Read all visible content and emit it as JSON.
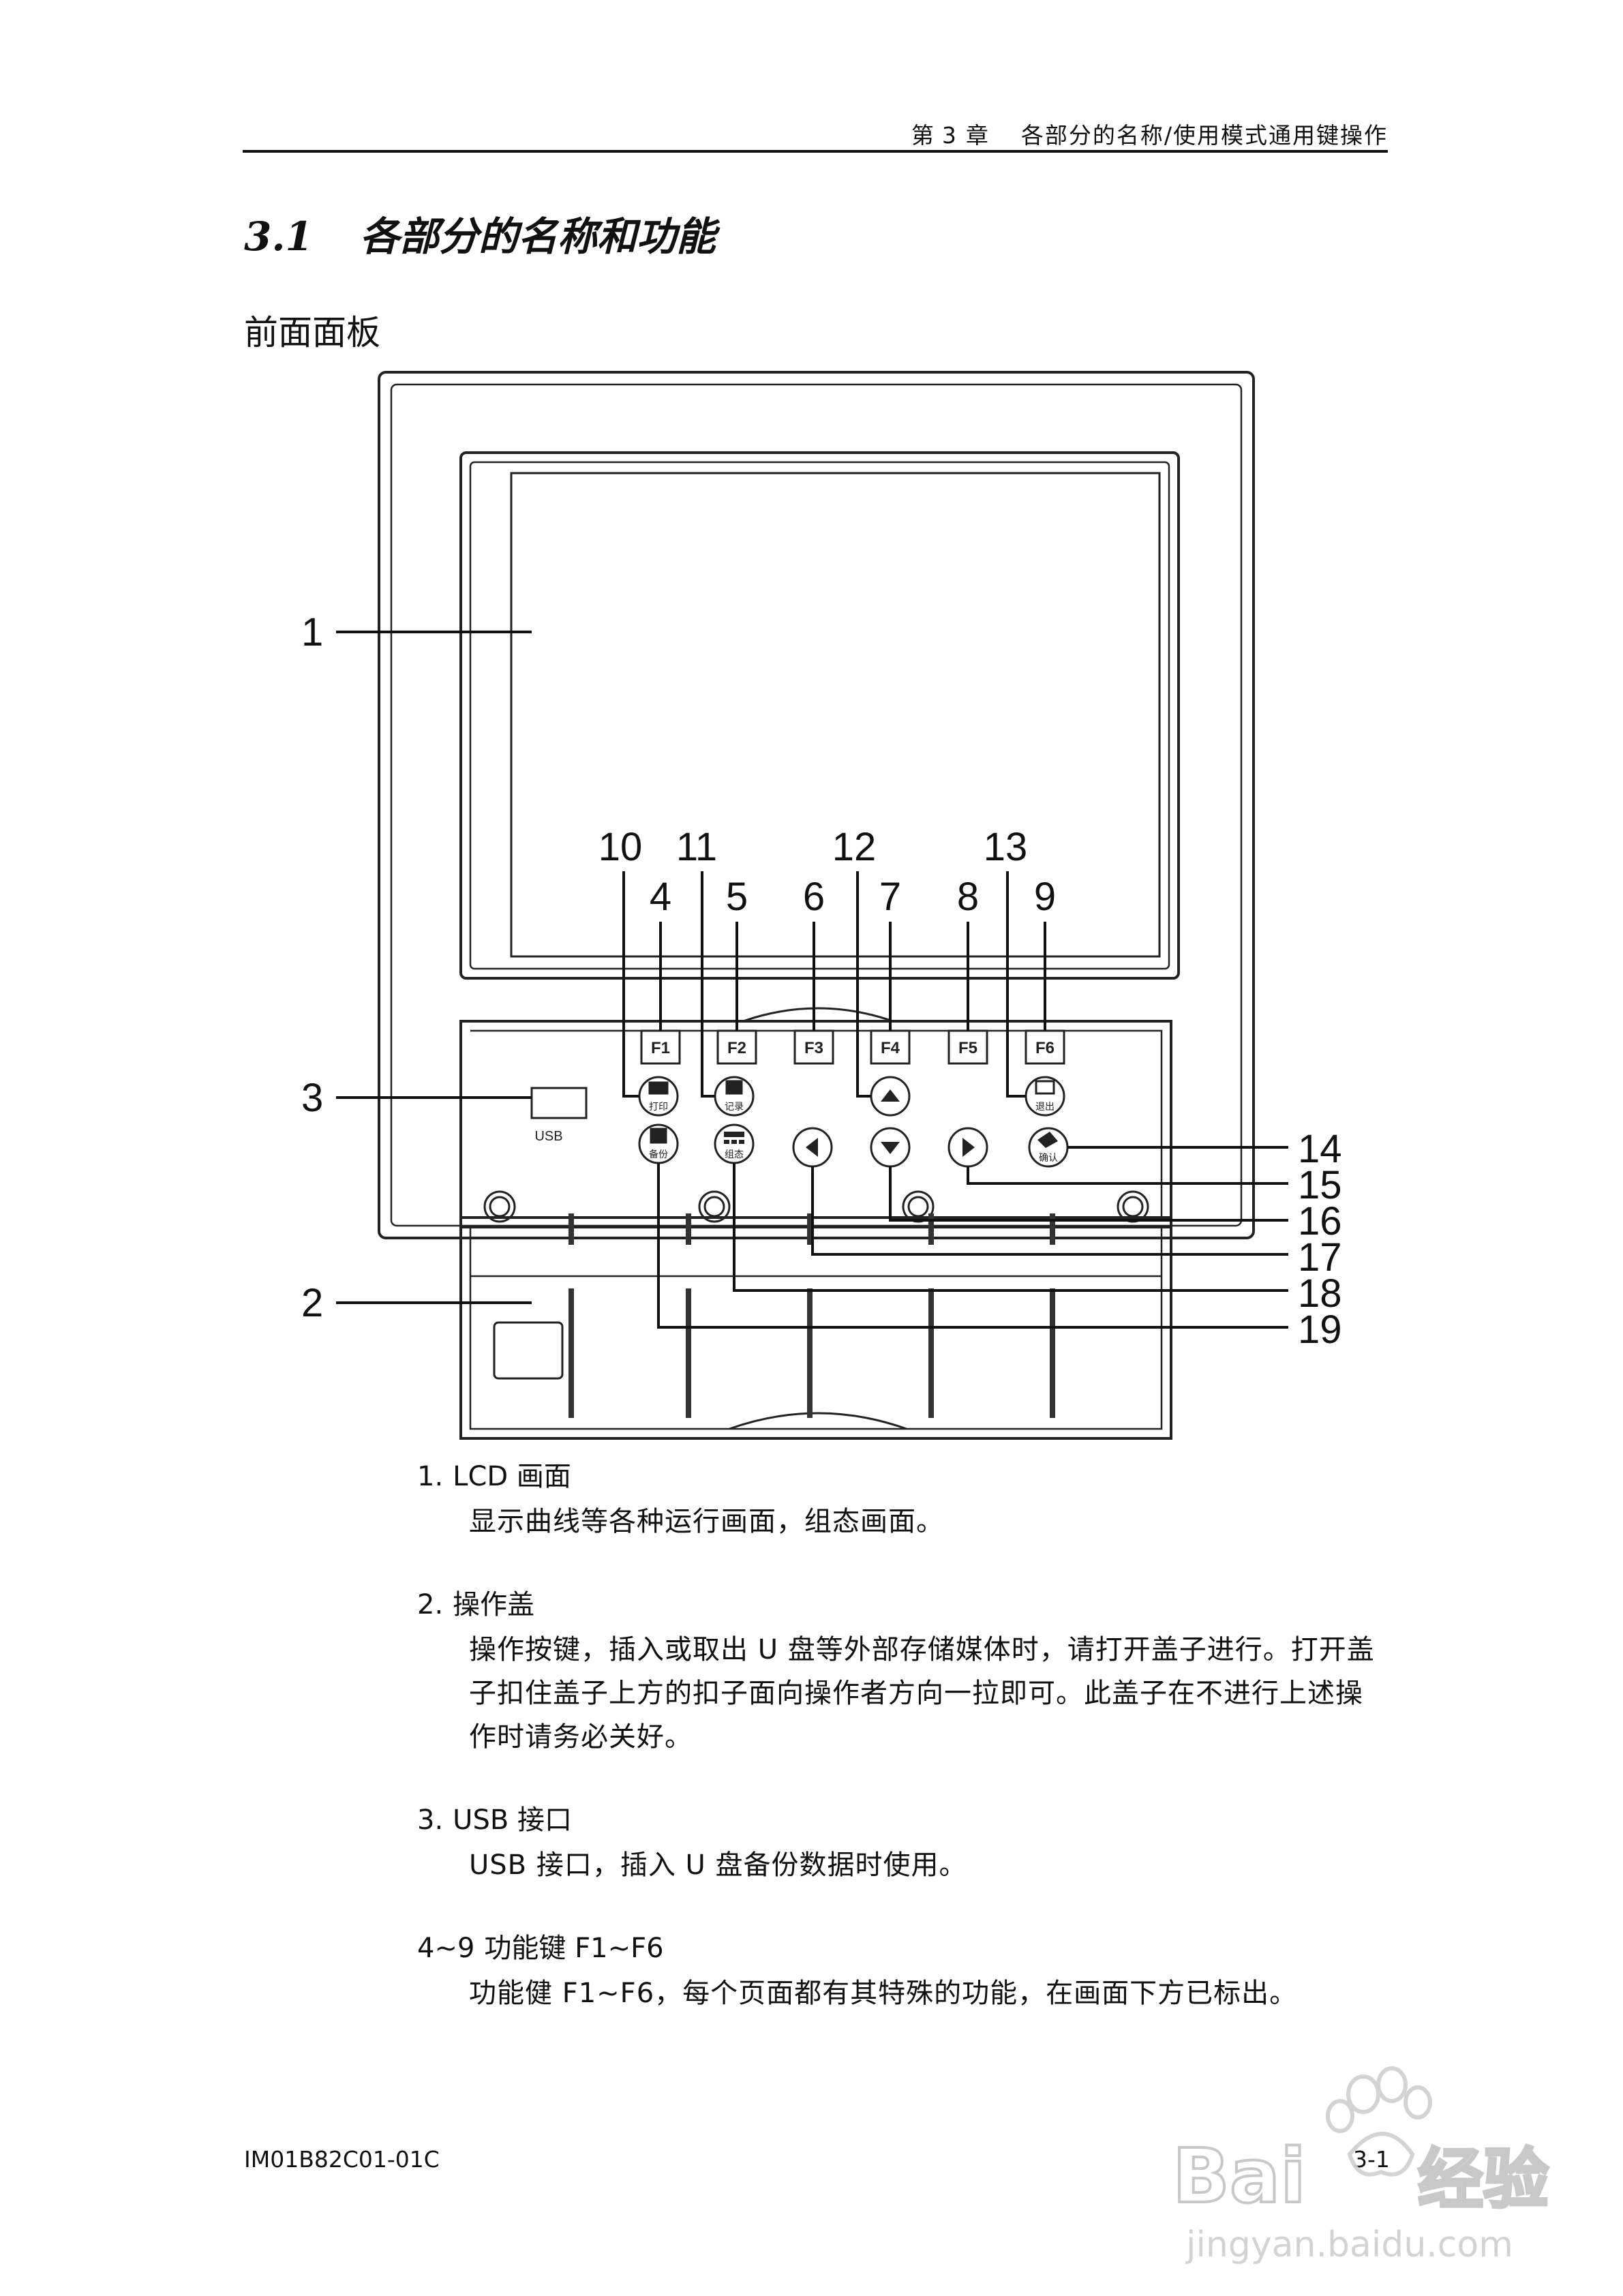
{
  "header": {
    "chapter_prefix": "第",
    "chapter_num": "3",
    "chapter_suffix": "章",
    "title": "各部分的名称/使用模式通用键操作"
  },
  "section": {
    "number": "3.1",
    "title": "各部分的名称和功能"
  },
  "subheading": "前面面板",
  "panel": {
    "callouts": [
      "1",
      "2",
      "3",
      "4",
      "5",
      "6",
      "7",
      "8",
      "9",
      "10",
      "11",
      "12",
      "13",
      "14",
      "15",
      "16",
      "17",
      "18",
      "19"
    ],
    "function_keys": [
      "F1",
      "F2",
      "F3",
      "F4",
      "F5",
      "F6"
    ],
    "usb_label": "USB",
    "key_labels": {
      "print": "打印",
      "record": "记录",
      "exit": "退出",
      "backup": "备份",
      "config": "组态",
      "confirm": "确认"
    },
    "icons": [
      "print-key-icon",
      "record-key-icon",
      "up-arrow-icon",
      "exit-key-icon",
      "backup-key-icon",
      "config-key-icon",
      "left-arrow-icon",
      "down-arrow-icon",
      "right-arrow-icon",
      "confirm-key-icon"
    ]
  },
  "descriptions": [
    {
      "num": "1.",
      "title": "LCD 画面",
      "body": "显示曲线等各种运行画面，组态画面。"
    },
    {
      "num": "2.",
      "title": "操作盖",
      "body": "操作按键，插入或取出 U 盘等外部存储媒体时，请打开盖子进行。打开盖子扣住盖子上方的扣子面向操作者方向一拉即可。此盖子在不进行上述操作时请务必关好。"
    },
    {
      "num": "3.",
      "title": "USB 接口",
      "body": "USB 接口，插入 U 盘备份数据时使用。"
    },
    {
      "num": "4~9",
      "title": "功能键 F1~F6",
      "body": "功能健 F1~F6，每个页面都有其特殊的功能，在画面下方已标出。"
    }
  ],
  "footer": {
    "doc_id": "IM01B82C01-01C",
    "page": "3-1"
  },
  "watermark": {
    "brand": "Bai",
    "brand2": "经验",
    "url": "jingyan.baidu.com"
  }
}
